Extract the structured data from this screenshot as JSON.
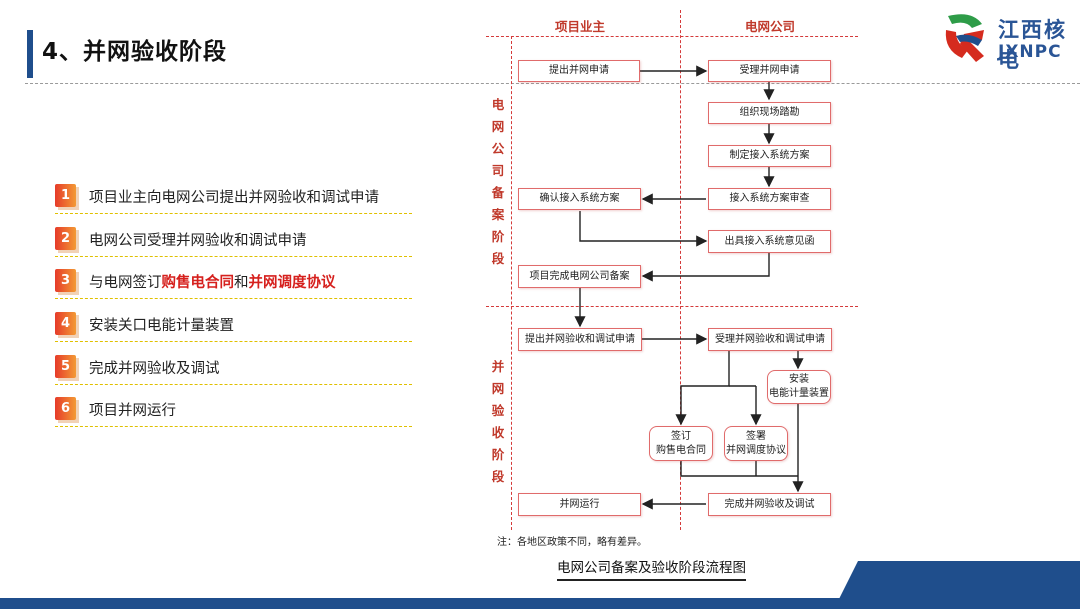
{
  "slide": {
    "title": "4、并网验收阶段"
  },
  "logo": {
    "name_cn": "江西核电",
    "name_en": "JXNPC",
    "icon": "jxnpc-logo-icon",
    "colors": [
      "#d52b1e",
      "#1f4e8c",
      "#2e9c48"
    ]
  },
  "steps": [
    {
      "num": "1",
      "text": "项目业主向电网公司提出并网验收和调试申请"
    },
    {
      "num": "2",
      "text": "电网公司受理并网验收和调试申请"
    },
    {
      "num": "3",
      "text_before": "与电网签订",
      "hl1": "购售电合同",
      "mid": "和",
      "hl2": "并网调度协议"
    },
    {
      "num": "4",
      "text": "安装关口电能计量装置"
    },
    {
      "num": "5",
      "text": "完成并网验收及调试"
    },
    {
      "num": "6",
      "text": "项目并网运行"
    }
  ],
  "flowchart": {
    "col_owner": "项目业主",
    "col_grid": "电网公司",
    "phase1": "电网公司备案阶段",
    "phase2": "并网验收阶段",
    "nodes": {
      "submit_apply": "提出并网申请",
      "accept_apply": "受理并网申请",
      "survey": "组织现场踏勘",
      "make_plan": "制定接入系统方案",
      "review_plan": "接入系统方案审查",
      "confirm_plan": "确认接入系统方案",
      "issue_opinion": "出具接入系统意见函",
      "record_done": "项目完成电网公司备案",
      "submit_accept": "提出并网验收和调试申请",
      "accept_accept": "受理并网验收和调试申请",
      "install_meter_1": "安装",
      "install_meter_2": "电能计量装置",
      "sign_contract_1": "签订",
      "sign_contract_2": "购售电合同",
      "sign_protocol_1": "签署",
      "sign_protocol_2": "并网调度协议",
      "complete": "完成并网验收及调试",
      "operate": "并网运行"
    },
    "note": "注：各地区政策不同，略有差异。",
    "caption": "电网公司备案及验收阶段流程图",
    "line_color": "#222222",
    "border_color": "#d43a3a"
  }
}
